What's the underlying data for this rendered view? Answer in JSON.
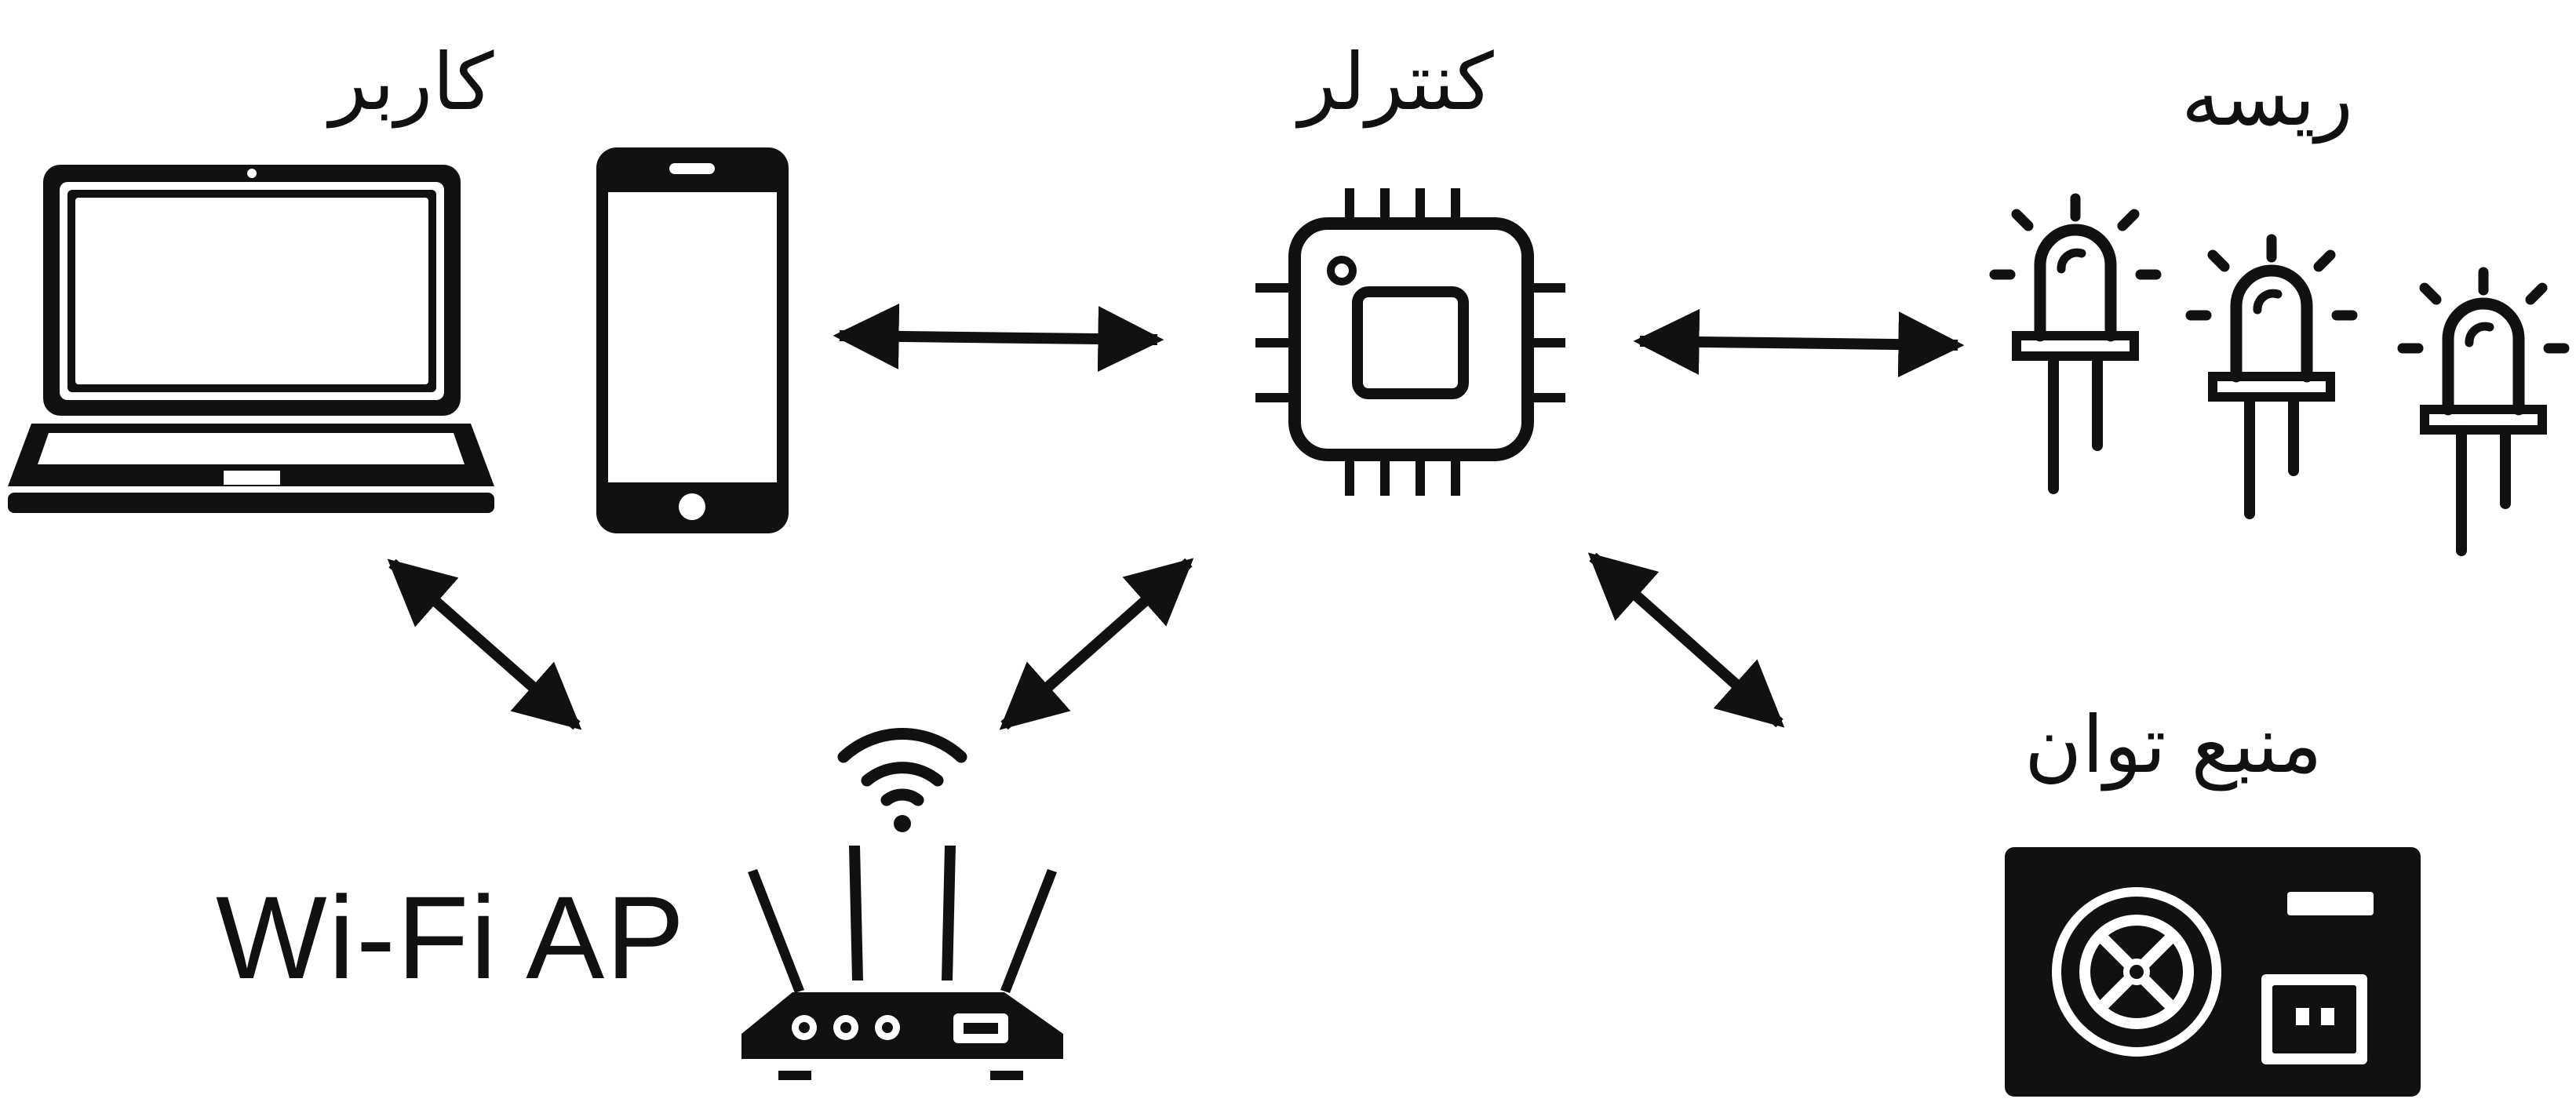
{
  "labels": {
    "user": "کاربر",
    "controller": "کنترلر",
    "relay": "ریسه",
    "power_supply": "منبع توان",
    "access_point": "Wi-Fi AP"
  },
  "nodes": [
    {
      "id": "laptop",
      "icon": "laptop-icon"
    },
    {
      "id": "phone",
      "icon": "smartphone-icon"
    },
    {
      "id": "controller",
      "icon": "microchip-icon"
    },
    {
      "id": "relay",
      "icon": "led-string-icon"
    },
    {
      "id": "router",
      "icon": "wifi-router-icon"
    },
    {
      "id": "power_supply",
      "icon": "power-supply-icon"
    }
  ],
  "connections": [
    {
      "from": "phone",
      "to": "controller",
      "direction": "both"
    },
    {
      "from": "controller",
      "to": "relay",
      "direction": "both"
    },
    {
      "from": "laptop",
      "to": "router",
      "direction": "both"
    },
    {
      "from": "router",
      "to": "controller",
      "direction": "both"
    },
    {
      "from": "controller",
      "to": "power_supply",
      "direction": "both"
    }
  ],
  "colors": {
    "ink": "#111111",
    "background": "#ffffff"
  }
}
